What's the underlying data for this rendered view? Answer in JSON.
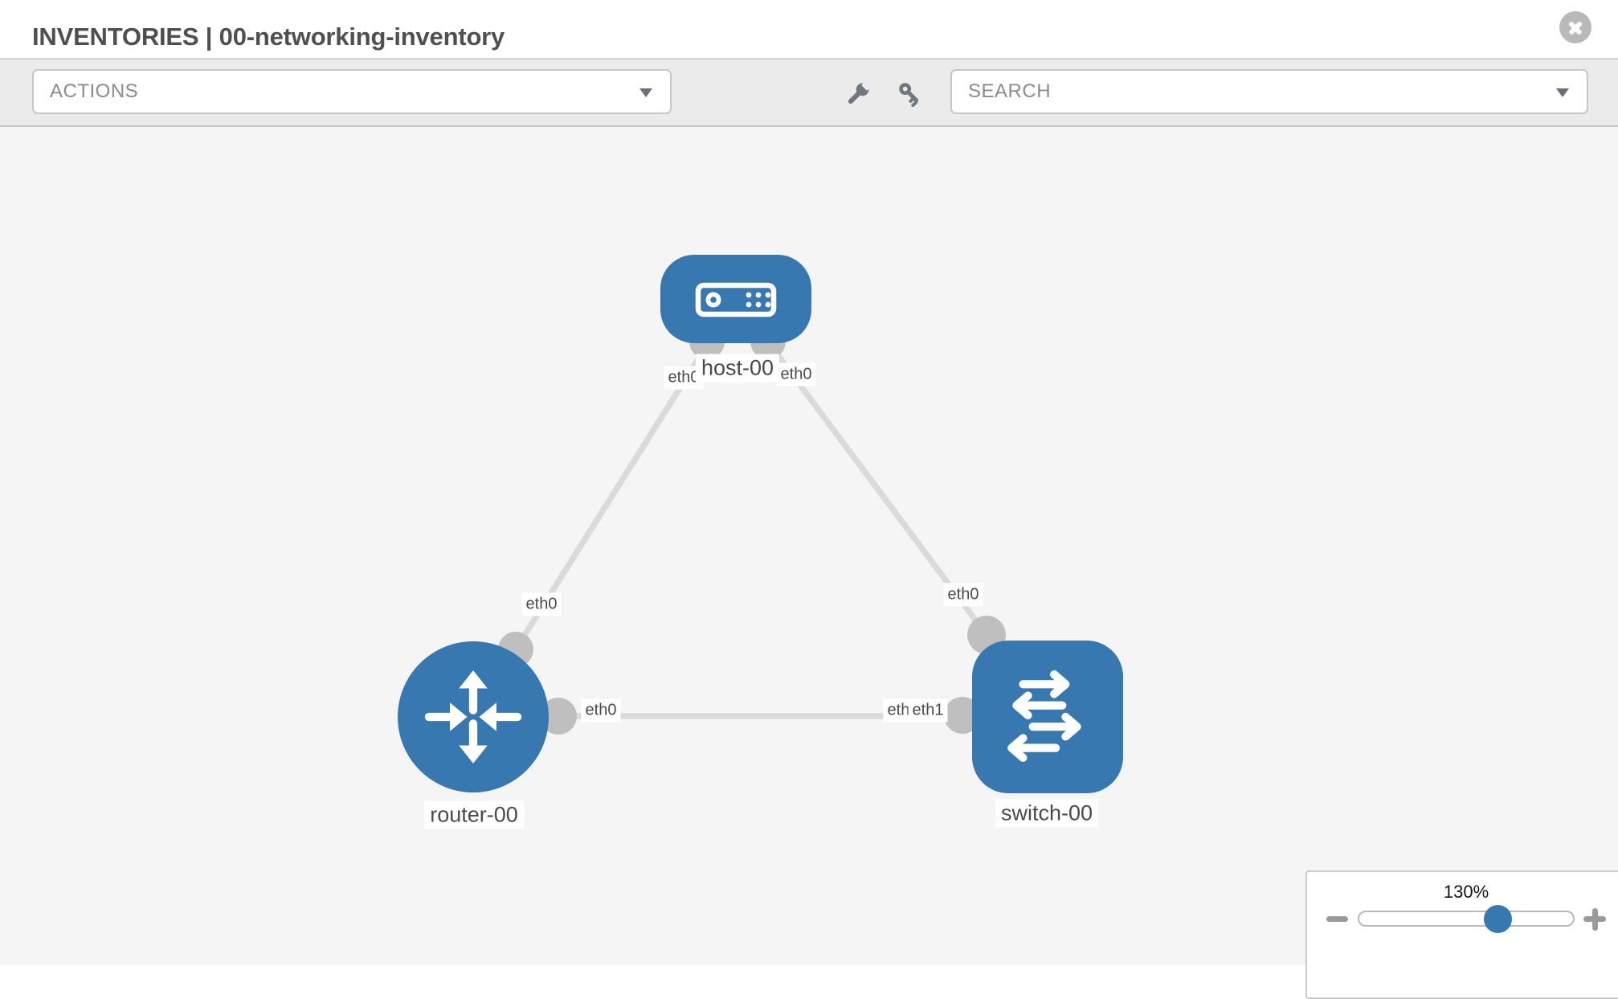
{
  "header": {
    "title": "INVENTORIES | 00-networking-inventory"
  },
  "toolbar": {
    "actions_label": "ACTIONS",
    "search_label": "SEARCH"
  },
  "topology": {
    "nodes": [
      {
        "label": "host-00",
        "type": "host"
      },
      {
        "label": "router-00",
        "type": "router"
      },
      {
        "label": "switch-00",
        "type": "switch"
      }
    ],
    "links": [
      {
        "from": "host-00",
        "to": "router-00",
        "from_interface": "eth0",
        "to_interface": "eth0"
      },
      {
        "from": "host-00",
        "to": "switch-00",
        "from_interface": "eth0",
        "to_interface": "eth0"
      },
      {
        "from": "router-00",
        "to": "switch-00",
        "from_interface": "eth0",
        "to_interface": "eth1",
        "to_interface_overlapped": "eth0"
      }
    ]
  },
  "zoom_control": {
    "level": "130%"
  },
  "icons": {
    "close": "circle-x",
    "actions_caret": "chevron-down",
    "search_caret": "chevron-down",
    "tools": [
      "wrench",
      "key"
    ],
    "zoom_out": "minus",
    "zoom_in": "plus",
    "node_host": "server",
    "node_router": "router-arrows",
    "node_switch": "switch-arrows",
    "interface": "gray-dot"
  },
  "colors": {
    "node_blue": "#3878b1",
    "link_gray": "#dadada",
    "interface_dot_gray": "#bfbfbf",
    "canvas_bg": "#f5f5f5",
    "toolbar_bg": "#ebebeb"
  }
}
